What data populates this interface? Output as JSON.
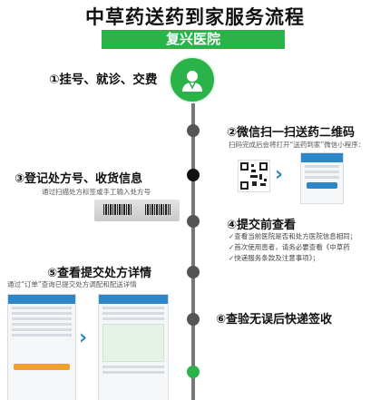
{
  "header": {
    "title": "中草药送药到家服务流程",
    "hospital": "复兴医院"
  },
  "steps": [
    {
      "label": "①挂号、就诊、交费"
    },
    {
      "label": "②微信扫一扫送药二维码",
      "desc": "扫码完成后会将打开“送药到家”微信小程序："
    },
    {
      "label": "③登记处方号、收货信息",
      "desc": "通过扫描处方标签或手工输入处方号"
    },
    {
      "label": "④提交前查看",
      "items": [
        "✓查看当前医院是否和处方医院信息相同；",
        "✓首次使用患者，请务必要查看《中草药",
        "✓快递服务条款及注意事项》；"
      ]
    },
    {
      "label": "⑤查看提交处方详情",
      "desc": "通过“订单”查询已提交处方调配和配送详情"
    },
    {
      "label": "⑥查验无误后快递签收"
    }
  ],
  "icons": {
    "doctor": "doctor-avatar-icon",
    "arrow": "chevron-right-icon"
  },
  "colors": {
    "accent_green": "#2bb34a",
    "accent_blue": "#2d86c8"
  }
}
